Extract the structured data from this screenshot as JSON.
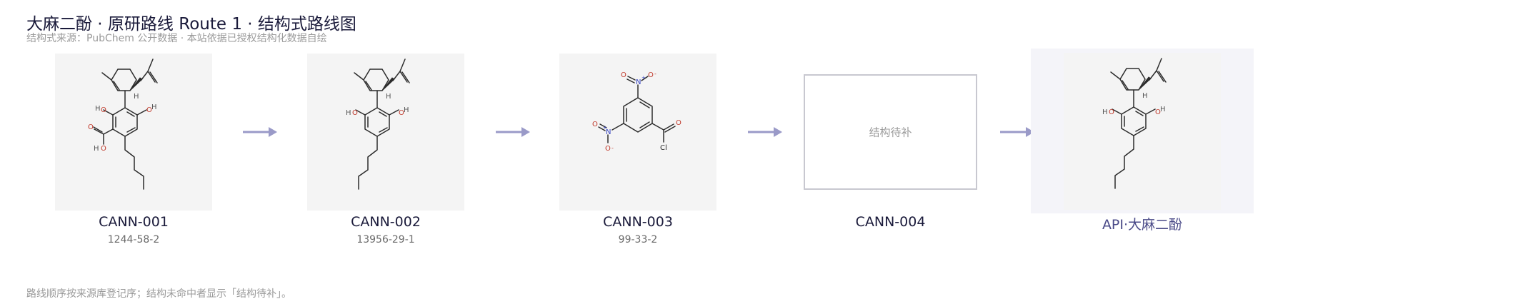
{
  "header": {
    "title": "大麻二酚 · 原研路线 Route 1 · 结构式路线图",
    "subtitle": "结构式来源：PubChem 公开数据 · 本站依据已授权结构化数据自绘"
  },
  "steps": [
    {
      "code": "CANN-001",
      "cas": "1244-58-2"
    },
    {
      "code": "CANN-002",
      "cas": "13956-29-1"
    },
    {
      "code": "CANN-003",
      "cas": "99-33-2"
    },
    {
      "code": "CANN-004",
      "placeholder": "结构待补"
    },
    {
      "code": "API·大麻二酚"
    }
  ],
  "atoms": {
    "O": "O",
    "H": "H",
    "N": "N",
    "Cl": "Cl",
    "plus": "+",
    "minus": "-"
  },
  "footer": "路线顺序按来源库登记序；结构未命中者显示「结构待补」。",
  "colors": {
    "arrow": "#9a9ac8",
    "oxygen": "#c0392b",
    "nitrogen": "#2f3ec0",
    "title": "#1a1a3a"
  }
}
